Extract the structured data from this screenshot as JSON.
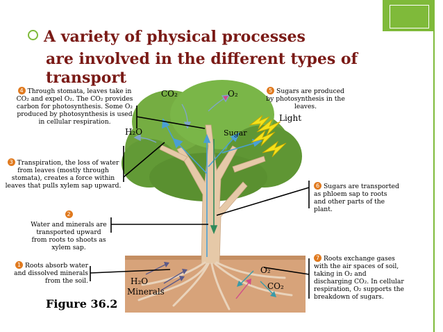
{
  "heading": {
    "line1": "A variety of physical processes",
    "line2": "are involved in the different types of transport"
  },
  "steps": [
    {
      "num": "1",
      "text": "Roots absorb water and dissolved minerals from the soil."
    },
    {
      "num": "2",
      "text": "Water and minerals are transported upward from roots to shoots as xylem sap."
    },
    {
      "num": "3",
      "text": "Transpiration, the loss of water from leaves (mostly through stomata), creates a force within leaves that pulls xylem sap upward."
    },
    {
      "num": "4",
      "text": "Through stomata, leaves take in CO₂ and expel O₂. The CO₂ provides carbon for photosynthesis. Some O₂ produced by photosynthesis is used in cellular respiration."
    },
    {
      "num": "5",
      "text": "Sugars are produced by photosynthesis in the leaves."
    },
    {
      "num": "6",
      "text": "Sugars are transported as phloem sap to roots and other parts of the plant."
    },
    {
      "num": "7",
      "text": "Roots exchange gases with the air spaces of soil, taking in O₂ and discharging CO₂. In cellular respiration, O₂ supports the breakdown of sugars."
    }
  ],
  "tree_labels": {
    "co2_top": "CO₂",
    "o2_top": "O₂",
    "h2o_top": "H₂O",
    "sugar": "Sugar",
    "light": "Light",
    "h2o_soil": "H₂O",
    "minerals": "Minerals",
    "o2_soil": "O₂",
    "co2_soil": "CO₂"
  },
  "caption": "Figure 36.2",
  "colors": {
    "heading": "#7a1a16",
    "accent": "#7fba3a",
    "step_badge": "#e07a1f",
    "canopy": "#6aa03a",
    "soil": "#d7a37a",
    "xylem_arrow": "#4a9fd4",
    "phloem_arrow": "#3a9a6a"
  }
}
